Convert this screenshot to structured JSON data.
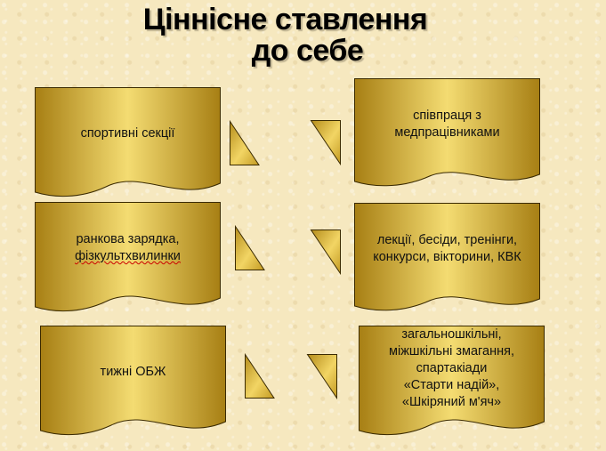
{
  "title": {
    "line1": "Ціннісне ставлення",
    "line2": "до себе"
  },
  "left_boxes": [
    {
      "lines": [
        "спортивні секції"
      ]
    },
    {
      "lines": [
        "ранкова зарядка,",
        "фізкультхвилинки"
      ]
    },
    {
      "lines": [
        "тижні ОБЖ"
      ]
    }
  ],
  "right_boxes": [
    {
      "lines": [
        "співпраця з",
        "медпрацівниками"
      ]
    },
    {
      "lines": [
        "лекції, бесіди, тренінги,",
        "конкурси, вікторини, КВК"
      ]
    },
    {
      "lines": [
        "загальношкільні,",
        "міжшкільні змагання,",
        "спартакіади",
        "«Старти надій»,",
        "«Шкіряний м'яч»"
      ]
    }
  ],
  "colors": {
    "box_light": "#f1d86a",
    "box_dark": "#a77f14",
    "stroke": "#3a2a00",
    "background": "#f6e8bf"
  }
}
